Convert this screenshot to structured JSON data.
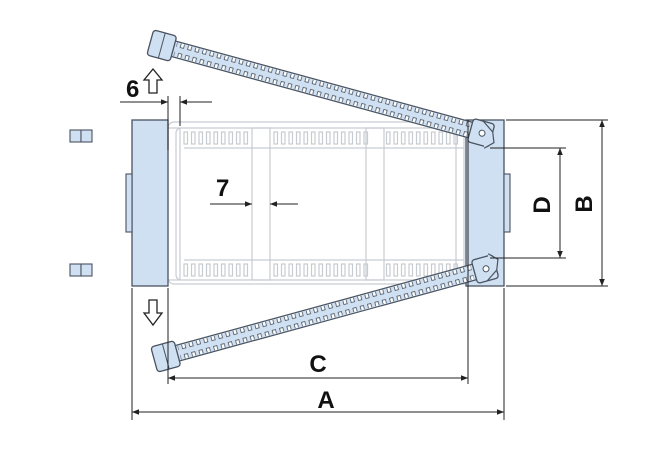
{
  "colors": {
    "part_fill": "#cfe0f2",
    "part_stroke": "#4a5360",
    "ghost_stroke": "#c7ccd3",
    "dim_line": "#222222",
    "background": "#ffffff"
  },
  "labels": {
    "dim_a": "A",
    "dim_b": "B",
    "dim_c": "C",
    "dim_d": "D",
    "dim_6": "6",
    "dim_7": "7"
  },
  "icons": [
    "open-arrow-up-icon",
    "open-arrow-down-icon",
    "tab-symbol-icon"
  ]
}
